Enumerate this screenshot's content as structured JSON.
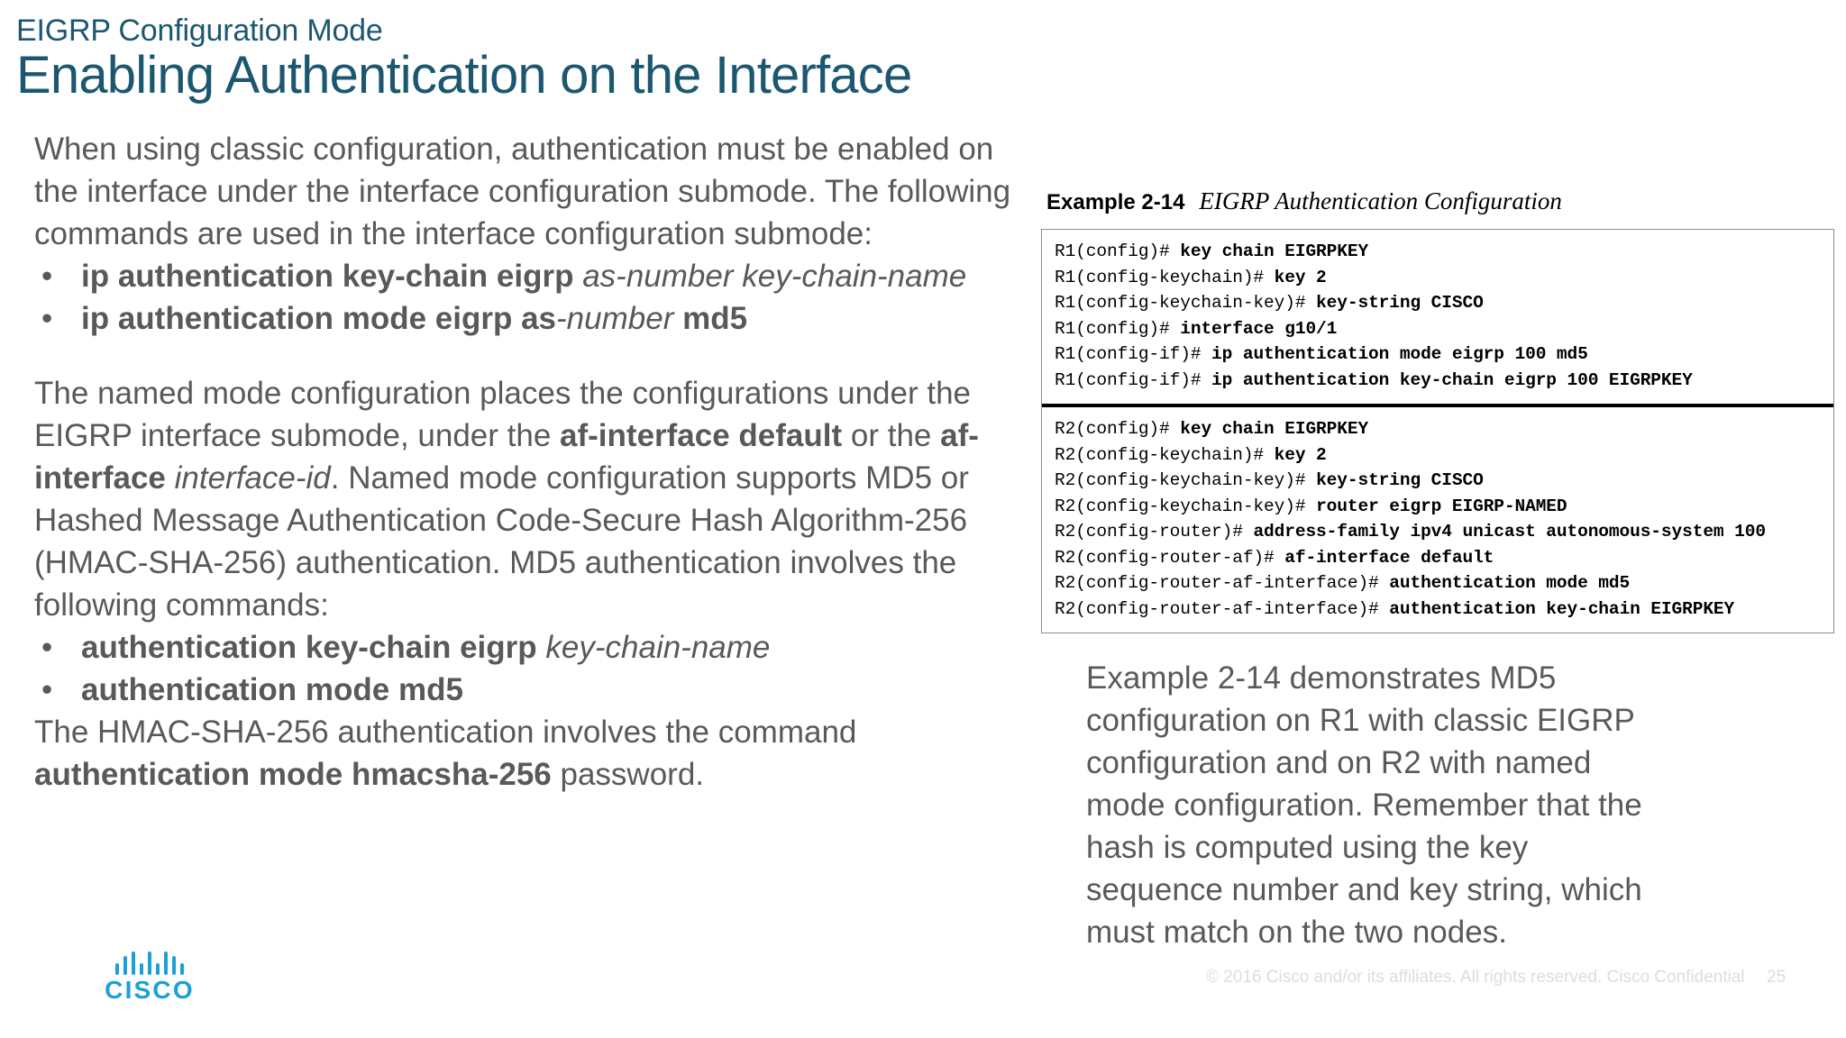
{
  "header": {
    "eyebrow": "EIGRP Configuration Mode",
    "title": "Enabling Authentication on the Interface",
    "title_color": "#1c5770"
  },
  "left": {
    "paragraph1": "When using classic configuration, authentication must be enabled on the interface under the interface configuration submode. The following commands are used in the interface configuration submode:",
    "bullets1": [
      {
        "marker": "•",
        "parts": [
          {
            "text": "ip authentication key-chain eigrp ",
            "style": "bold"
          },
          {
            "text": "as-number key-chain-name",
            "style": "italic"
          }
        ]
      },
      {
        "marker": "•",
        "parts": [
          {
            "text": "ip authentication mode eigrp as",
            "style": "bold"
          },
          {
            "text": "-number ",
            "style": "italic"
          },
          {
            "text": "md5",
            "style": "bold"
          }
        ]
      }
    ],
    "paragraph2_parts": [
      {
        "text": "The named mode configuration places the configurations under the EIGRP interface submode, under the ",
        "style": "normal"
      },
      {
        "text": "af-interface default",
        "style": "bold"
      },
      {
        "text": " or the ",
        "style": "normal"
      },
      {
        "text": "af-interface ",
        "style": "bold"
      },
      {
        "text": "interface-id",
        "style": "italic"
      },
      {
        "text": ". Named mode configuration supports MD5 or Hashed Message Authentication Code-Secure Hash Algorithm-256 (HMAC-SHA-256) authentication. MD5 authentication involves the following commands:",
        "style": "normal"
      }
    ],
    "bullets2": [
      {
        "marker": "•",
        "parts": [
          {
            "text": "authentication key-chain eigrp ",
            "style": "bold"
          },
          {
            "text": "key-chain-name",
            "style": "italic"
          }
        ]
      },
      {
        "marker": "•",
        "parts": [
          {
            "text": "authentication mode md5",
            "style": "bold"
          }
        ]
      }
    ],
    "paragraph3_parts": [
      {
        "text": "The HMAC-SHA-256 authentication involves the command ",
        "style": "normal"
      },
      {
        "text": "authentication mode hmacsha-256",
        "style": "bold"
      },
      {
        "text": " password.",
        "style": "normal"
      }
    ]
  },
  "right": {
    "example_label": "Example 2-14",
    "example_title": "EIGRP Authentication Configuration",
    "code_sections": [
      {
        "device": "R1",
        "lines": [
          {
            "prompt": "R1(config)# ",
            "command": "key chain EIGRPKEY"
          },
          {
            "prompt": "R1(config-keychain)# ",
            "command": "key 2"
          },
          {
            "prompt": "R1(config-keychain-key)# ",
            "command": "key-string CISCO"
          },
          {
            "prompt": "R1(config)# ",
            "command": "interface g10/1"
          },
          {
            "prompt": "R1(config-if)# ",
            "command": "ip authentication mode eigrp 100 md5"
          },
          {
            "prompt": "R1(config-if)# ",
            "command": "ip authentication key-chain eigrp 100 EIGRPKEY"
          }
        ]
      },
      {
        "device": "R2",
        "lines": [
          {
            "prompt": "R2(config)# ",
            "command": "key chain EIGRPKEY"
          },
          {
            "prompt": "R2(config-keychain)# ",
            "command": "key 2"
          },
          {
            "prompt": "R2(config-keychain-key)# ",
            "command": "key-string CISCO"
          },
          {
            "prompt": "R2(config-keychain-key)# ",
            "command": "router eigrp EIGRP-NAMED"
          },
          {
            "prompt": "R2(config-router)# ",
            "command": "address-family ipv4 unicast autonomous-system 100"
          },
          {
            "prompt": "R2(config-router-af)# ",
            "command": "af-interface default"
          },
          {
            "prompt": "R2(config-router-af-interface)# ",
            "command": "authentication mode md5"
          },
          {
            "prompt": "R2(config-router-af-interface)# ",
            "command": "authentication key-chain EIGRPKEY"
          }
        ]
      }
    ],
    "paragraph": "Example 2-14 demonstrates MD5 configuration on R1 with classic EIGRP configuration and on R2 with named mode configuration. Remember that the hash is computed using the key sequence number and key string, which must match on the two nodes."
  },
  "footer": {
    "logo_word": "CISCO",
    "logo_color": "#1ba0d7",
    "copyright": "© 2016  Cisco and/or its affiliates. All rights reserved.   Cisco Confidential",
    "page_number": "25"
  }
}
